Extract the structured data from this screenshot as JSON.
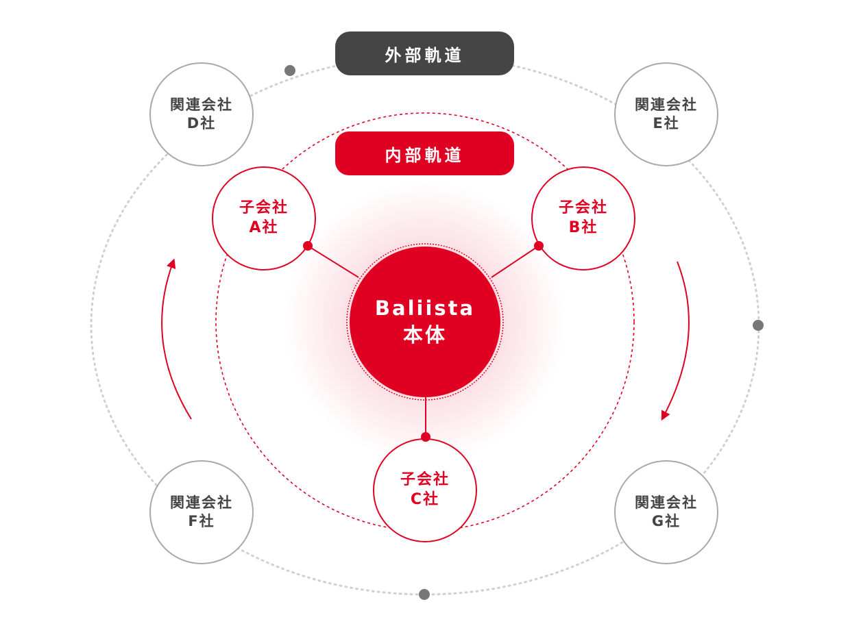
{
  "orbits": {
    "outer_label": "外部軌道",
    "inner_label": "内部軌道"
  },
  "core": {
    "line1": "Baliista",
    "line2": "本体"
  },
  "subsidiaries": [
    {
      "line1": "子会社",
      "line2": "A社"
    },
    {
      "line1": "子会社",
      "line2": "B社"
    },
    {
      "line1": "子会社",
      "line2": "C社"
    }
  ],
  "affiliates": [
    {
      "line1": "関連会社",
      "line2": "D社"
    },
    {
      "line1": "関連会社",
      "line2": "E社"
    },
    {
      "line1": "関連会社",
      "line2": "F社"
    },
    {
      "line1": "関連会社",
      "line2": "G社"
    }
  ],
  "colors": {
    "accent_red": "#e00022",
    "dark_gray": "#454545",
    "light_gray": "#a8a8a8",
    "dotted_gray": "#d0d0d0",
    "dot_gray": "#777777"
  },
  "icons": {
    "rotation_arrows": "curved-arrow-icon",
    "orbit_markers": "dot-icon"
  }
}
